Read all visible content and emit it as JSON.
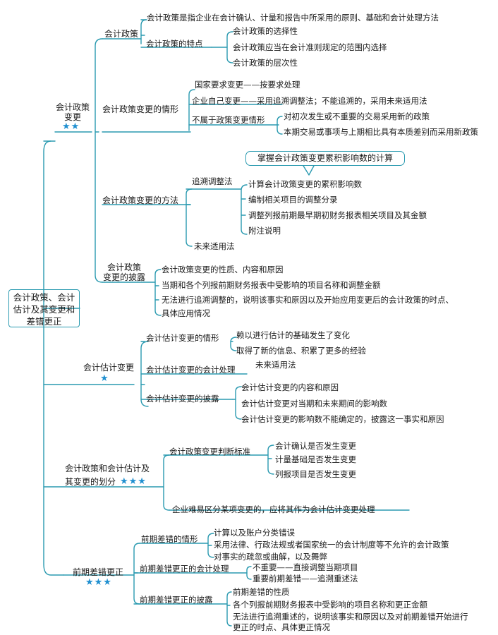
{
  "root": {
    "line1": "会计政策、会计",
    "line2": "估计及其变更和",
    "line3": "差错更正"
  },
  "colors": {
    "line": "#2a9ab0",
    "star": "#1f8fd0"
  },
  "policy_change": {
    "label1": "会计政策",
    "label2": "变更",
    "stars": "★★",
    "policy": {
      "label": "会计政策",
      "definition": "会计政策是指企业在会计确认、计量和报告中所采用的原则、基础和会计处理方法",
      "features_label": "会计政策的特点",
      "features": [
        "会计政策的选择性",
        "会计政策应当在会计准则规定的范围内选择",
        "会计政策的层次性"
      ]
    },
    "situations": {
      "label": "会计政策变更的情形",
      "items": [
        "国家要求变更——按要求处理",
        "企业自己变更——采用追溯调整法；不能追溯的，采用未来适用法"
      ],
      "not_label": "不属于政策变更情形",
      "not_items": [
        "对初次发生或不重要的交易采用新的政策",
        "本期交易或事项与上期相比具有本质差别而采用新政策"
      ]
    },
    "methods": {
      "label": "会计政策变更的方法",
      "callout": "掌握会计政策变更累积影响数的计算",
      "retro_label": "追溯调整法",
      "retro_items": [
        "计算会计政策变更的累积影响数",
        "编制相关项目的调整分录",
        "调整列报前期最早期初财务报表相关项目及其金额",
        "附注说明"
      ],
      "future_label": "未来适用法"
    },
    "disclosure": {
      "label1": "会计政策",
      "label2": "变更的披露",
      "items": [
        "会计政策变更的性质、内容和原因",
        "当期和各个列报前期财务报表中受影响的项目名称和调整金额",
        "无法进行追溯调整的，说明该事实和原因以及开始应用变更后的会计政策的时点、",
        "具体应用情况"
      ]
    }
  },
  "estimate_change": {
    "label": "会计估计变更",
    "stars": "★",
    "situations": {
      "label": "会计估计变更的情形",
      "items": [
        "赖以进行估计的基础发生了变化",
        "取得了新的信息、积累了更多的经验"
      ]
    },
    "treatment": {
      "label": "会计估计变更的会计处理",
      "item": "未来适用法"
    },
    "disclosure": {
      "label": "会计估计变更的披露",
      "items": [
        "会计估计变更的内容和原因",
        "会计估计变更对当期和未来期间的影响数",
        "会计估计变更的影响数不能确定的，披露这一事实和原因"
      ]
    }
  },
  "distinction": {
    "label1": "会计政策和会计估计及",
    "label2": "其变更的划分",
    "stars": "★★★",
    "criteria": {
      "label": "会计政策变更判断标准",
      "items": [
        "会计确认是否发生变更",
        "计量基础是否发生变更",
        "列报项目是否发生变更"
      ]
    },
    "hard": "企业难易区分某项变更的，应将其作为会计估计变更处理"
  },
  "error_correction": {
    "label": "前期差错更正",
    "stars": "★★★",
    "situations": {
      "label": "前期差错的情形",
      "items": [
        "计算以及账户分类错误",
        "采用法律、行政法规或者国家统一的会计制度等不允许的会计政策",
        "对事实的疏忽或曲解，以及舞弊"
      ]
    },
    "treatment": {
      "label": "前期差错更正的会计处理",
      "items": [
        "不重要——直接调整当期项目",
        "重要前期差错——追溯重述法"
      ]
    },
    "disclosure": {
      "label": "前期差错更正的披露",
      "items": [
        "前期差错的性质",
        "各个列报前期财务报表中受影响的项目名称和更正金额",
        "无法进行追溯重述的，说明该事实和原因以及对前期差错开始进行",
        "更正的时点、具体更正情况"
      ]
    }
  }
}
